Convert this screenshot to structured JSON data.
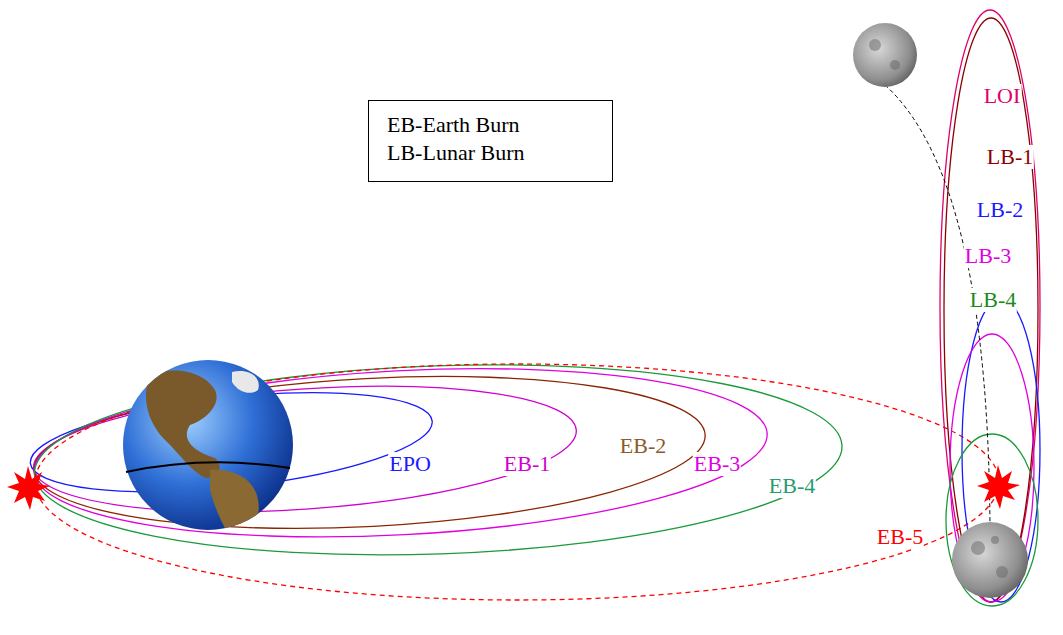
{
  "diagram": {
    "nodes": [
      {
        "text": [
          "EB-Earth Burn",
          "LB-Lunar Burn"
        ]
      }
    ],
    "labels": [
      "EPO",
      "EB-1",
      "EB-2",
      "EB-3",
      "EB-4",
      "EB-5",
      "LOI",
      "LB-1",
      "LB-2",
      "LB-3",
      "LB-4"
    ]
  }
}
